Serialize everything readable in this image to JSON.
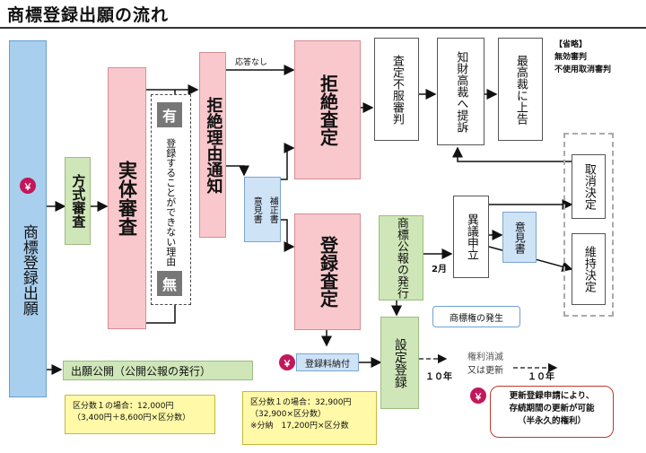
{
  "title": "商標登録出願の流れ",
  "boxes": {
    "application": "商標登録出願",
    "formal_exam": "方式審査",
    "substantive_exam": "実体審査",
    "refusal_reason_notice": "拒絶理由通知",
    "refusal_reason_text": "登録することができない理由",
    "has_label": "有",
    "none_label": "無",
    "amendment": "補正書",
    "opinion": "意見書",
    "refusal_decision": "拒絶査定",
    "registration_decision": "登録査定",
    "appeal_against_decision": "査定不服審判",
    "ip_high_court": "知財高裁へ提訴",
    "supreme_court": "最高裁に上告",
    "gazette_publication": "商標公報の発行",
    "opposition": "異議申立",
    "opinion2": "意見書",
    "cancel_decision": "取消決定",
    "maintain_decision": "維持決定",
    "registration_fee": "登録料納付",
    "setting_registration": "設定登録",
    "publication": "出願公開（公開公報の発行）"
  },
  "labels": {
    "no_response": "応答なし",
    "months2": "2月",
    "omitted_title": "【省略】",
    "omitted_1": "無効審判",
    "omitted_2": "不使用取消審判",
    "years10a": "１０年",
    "years10b": "１０年",
    "expiry": "権利消滅",
    "or_renewal": "又は更新",
    "right_arises": "商標権の発生",
    "renewal_note": "更新登録申請により、存続期間の更新が可能（半永久的権利）",
    "renewal_note_1": "更新登録申請により、",
    "renewal_note_2": "存続期間の更新が可能",
    "renewal_note_3": "（半永久的権利）",
    "seal_glyph": "￥"
  },
  "notes": {
    "fee1_line1": "区分数１の場合：12,000円",
    "fee1_line2": "（3,400円＋8,600円×区分数）",
    "fee2_line1": "区分数１の場合：32,900円",
    "fee2_line2": "（32,900×区分数）",
    "fee2_line3": "※分納　17,200円×区分数"
  },
  "colors": {
    "pink": "#f9c8cc",
    "green": "#cfe6b8",
    "blue": "#cfe3f6",
    "note_yellow": "#fff9a8",
    "seal": "#c2185b",
    "callout_red": "#c0392b"
  }
}
